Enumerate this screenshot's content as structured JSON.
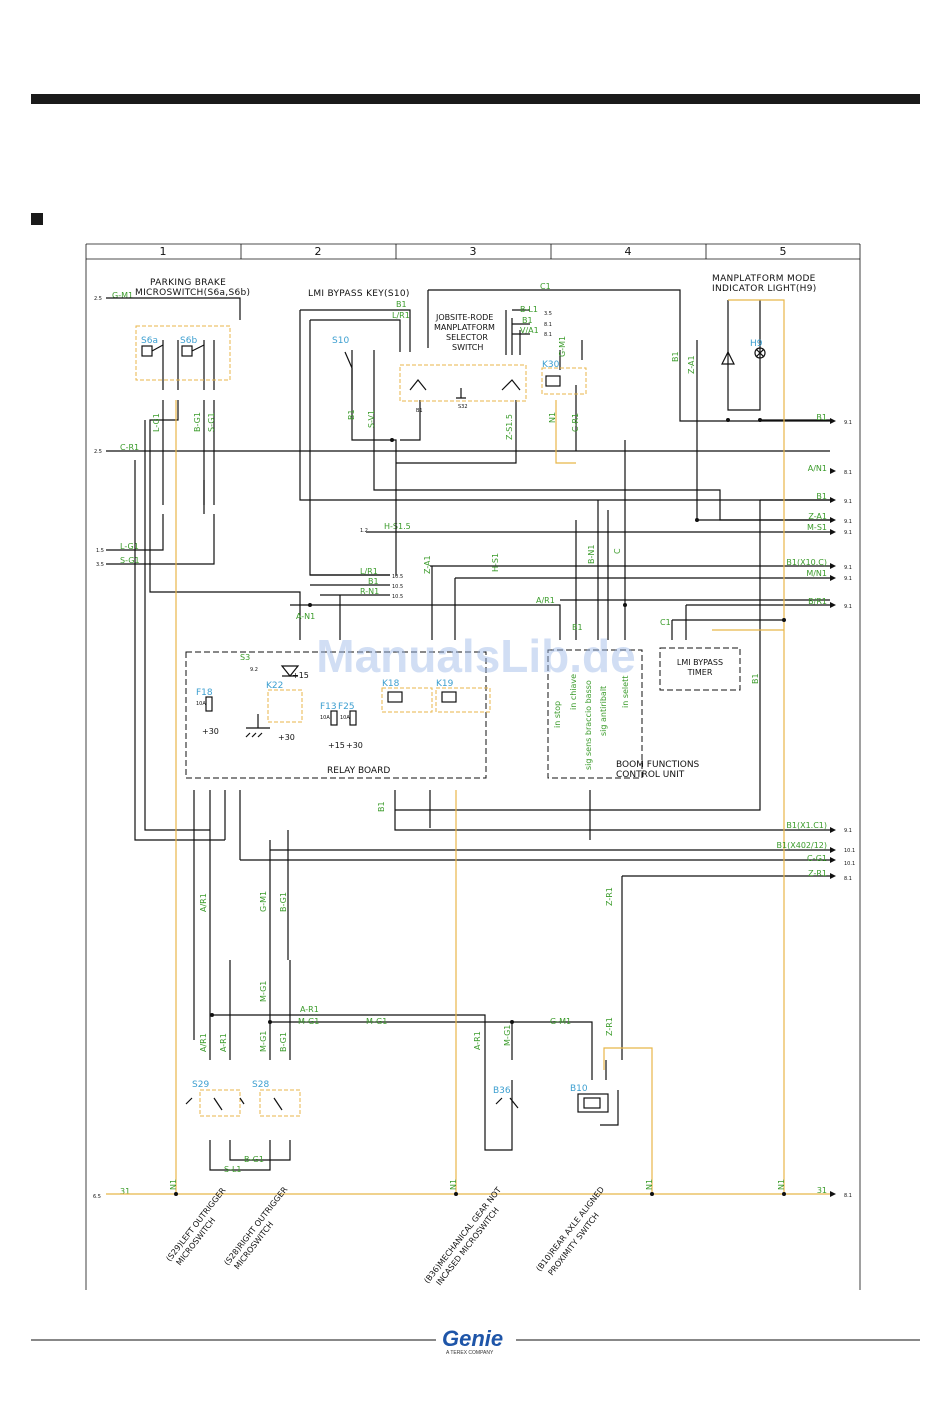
{
  "columns": [
    "1",
    "2",
    "3",
    "4",
    "5"
  ],
  "titles": {
    "parking_brake": "PARKING BRAKE",
    "parking_brake_2": "MICROSWITCH(S6a,S6b)",
    "lmi_bypass_key": "LMI BYPASS KEY(S10)",
    "jobsite_1": "JOBSITE-RODE",
    "jobsite_2": "MANPLATFORM",
    "jobsite_3": "SELECTOR",
    "jobsite_4": "SWITCH",
    "manplatform_1": "MANPLATFORM MODE",
    "manplatform_2": "INDICATOR LIGHT(H9)",
    "relay_board": "RELAY BOARD",
    "boom_1": "BOOM FUNCTIONS",
    "boom_2": "CONTROL UNIT",
    "lmi_timer_1": "LMI BYPASS",
    "lmi_timer_2": "TIMER"
  },
  "components": {
    "s6a": "S6a",
    "s6b": "S6b",
    "s10": "S10",
    "s32": "S32",
    "k30": "K30",
    "h9": "H9",
    "k22": "K22",
    "k18": "K18",
    "k19": "K19",
    "f18": "F18",
    "f13": "F13",
    "f25": "F25",
    "s29": "S29",
    "s28": "S28",
    "b36": "B36",
    "b10": "B10"
  },
  "left_refs": {
    "gm1": "2.5",
    "gm1_w": "G-M1",
    "cr1": "2.5",
    "cr1_w": "C-R1",
    "lg1": "1.5",
    "lg1_w": "L-G1",
    "sg1": "3.5",
    "sg1_w": "S-G1",
    "r31": "6.5",
    "r31_w": "31",
    "hs15": "1.2",
    "hs15_w": "H-S1.5"
  },
  "right_refs": [
    {
      "wire": "B1",
      "ref": "9.1"
    },
    {
      "wire": "A/N1",
      "ref": "8.1"
    },
    {
      "wire": "B1",
      "ref": "9.1"
    },
    {
      "wire": "Z-A1",
      "ref": "9.1"
    },
    {
      "wire": "M-S1",
      "ref": "9.1"
    },
    {
      "wire": "B1(X10.C)",
      "ref": "9.1"
    },
    {
      "wire": "M/N1",
      "ref": "9.1"
    },
    {
      "wire": "B/R1",
      "ref": "9.1"
    },
    {
      "wire": "B1(X1.C1)",
      "ref": "9.1"
    },
    {
      "wire": "B1(X402/12)",
      "ref": "10.1"
    },
    {
      "wire": "C-G1",
      "ref": "10.1"
    },
    {
      "wire": "Z-R1",
      "ref": "8.1"
    },
    {
      "wire": "31",
      "ref": "8.1"
    }
  ],
  "mid_refs": {
    "lr1": "L/R1",
    "lr1_ref": "10.5",
    "b1": "B1",
    "b1_ref": "10.5",
    "rn1": "R-N1",
    "rn1_ref": "10.5",
    "sel_bl1": "B-L1",
    "sel_bl1_ref": "3.5",
    "sel_b1": "B1",
    "sel_b1_ref": "8.1",
    "sel_va1": "V/A1",
    "sel_va1_ref": "8.1"
  },
  "wires": {
    "c1": "C1",
    "b1": "B1",
    "lr1": "L/R1",
    "gm1": "G-M1",
    "n1": "N1",
    "cr1": "C-R1",
    "za1": "Z-A1",
    "zs15": "Z-S1.5",
    "sv1": "S-V1",
    "lg1": "L-G1",
    "bg1": "B-G1",
    "sg1": "S-G1",
    "an1": "A-N1",
    "s3": "S3",
    "ar1": "A/R1",
    "mg1": "M-G1",
    "ar1b": "A-R1",
    "zr1": "Z-R1",
    "sl1": "S-L1",
    "bn1": "B-N1",
    "hs1": "H-S1",
    "c": "C"
  },
  "boom_signals": [
    "in stop",
    "in chiave",
    "sig sens braccio basso",
    "sig antiribalt",
    "in selett"
  ],
  "misc": {
    "v30a": "+30",
    "v30b": "+30",
    "v15": "+15",
    "v15b": "+15",
    "v30c": "+30",
    "n92": "9.2",
    "fuse10a": "10A"
  },
  "bottom_labels": [
    {
      "l1": "(S29)LEFT OUTRIGGER",
      "l2": "MICROSWITCH"
    },
    {
      "l1": "(S28)RIGHT OUTRIGGER",
      "l2": "MICROSWITCH"
    },
    {
      "l1": "(B36)MECHANICAL GEAR NOT",
      "l2": "INCASED MICROSWITCH"
    },
    {
      "l1": "(B10)REAR AXLE ALIGNED",
      "l2": "PROXIMITY SWITCH"
    }
  ],
  "watermark": "ManualsLib.de",
  "logo": {
    "name": "Genie",
    "sub": "A TEREX COMPANY"
  },
  "colors": {
    "wire": "#111111",
    "ground_wire": "#e8b649",
    "green_label": "#3a9b2a",
    "component_label": "#3d9fd0"
  }
}
